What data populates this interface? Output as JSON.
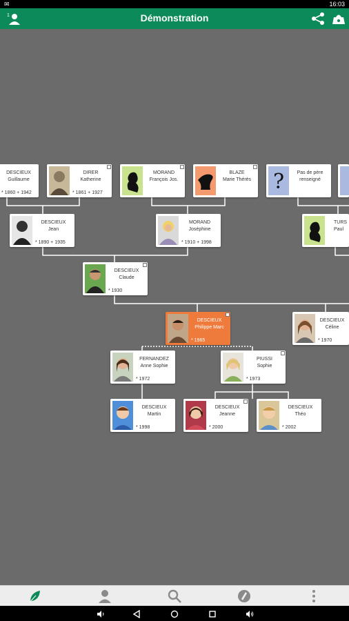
{
  "status_bar": {
    "left_text": "✉",
    "time": "16:03"
  },
  "app_bar": {
    "title": "Démonstration",
    "profile_badge": "1"
  },
  "colors": {
    "accent": "#0d8a5a",
    "selected": "#ee7b3b",
    "canvas": "#6b6b6b"
  },
  "people": [
    {
      "id": "guillaume",
      "line1": "DESCIEUX",
      "line2": "Guillaume",
      "dates": "* 1860 + 1942",
      "photo": "man-icon"
    },
    {
      "id": "katherine",
      "line1": "DIRER",
      "line2": "Katherine",
      "dates": "* 1861 + 1927",
      "photo": "woman-old-icon"
    },
    {
      "id": "francois",
      "line1": "MORAND",
      "line2": "François Jos.",
      "dates": "",
      "photo": "silhouette-man-icon"
    },
    {
      "id": "marie",
      "line1": "BLAZE",
      "line2": "Marie Thérès",
      "dates": "",
      "photo": "silhouette-woman-icon"
    },
    {
      "id": "unknown-father",
      "line1": "Pas de père",
      "line2": "renseigné",
      "dates": "",
      "photo": "question-mark-icon"
    },
    {
      "id": "jean",
      "line1": "DESCIEUX",
      "line2": "Jean",
      "dates": "* 1890 + 1935",
      "photo": "man-old-icon"
    },
    {
      "id": "josephine",
      "line1": "MORAND",
      "line2": "Joséphine",
      "dates": "* 1910 + 1998",
      "photo": "woman-old-icon"
    },
    {
      "id": "paul",
      "line1": "TURS",
      "line2": "Paul",
      "dates": "",
      "photo": "silhouette-man-icon"
    },
    {
      "id": "claude",
      "line1": "DESCIEUX",
      "line2": "Claude",
      "dates": "* 1930",
      "photo": "man-icon"
    },
    {
      "id": "philippe",
      "line1": "DESCIEUX",
      "line2": "Philippe Marc",
      "dates": "* 1965",
      "photo": "man-icon"
    },
    {
      "id": "celine",
      "line1": "DESCIEUX",
      "line2": "Céline",
      "dates": "* 1970",
      "photo": "woman-icon"
    },
    {
      "id": "anne",
      "line1": "FERNANDEZ",
      "line2": "Anne Sophie",
      "dates": "* 1972",
      "photo": "woman-icon"
    },
    {
      "id": "sophie",
      "line1": "PIUSSI",
      "line2": "Sophie",
      "dates": "* 1973",
      "photo": "woman-icon"
    },
    {
      "id": "martin",
      "line1": "DESCIEUX",
      "line2": "Martin",
      "dates": "* 1998",
      "photo": "child-icon"
    },
    {
      "id": "jeanne",
      "line1": "DESCIEUX",
      "line2": "Jeanne",
      "dates": "* 2000",
      "photo": "child-icon"
    },
    {
      "id": "theo",
      "line1": "DESCIEUX",
      "line2": "Théo",
      "dates": "* 2002",
      "photo": "child-icon"
    }
  ],
  "bottom_nav": [
    {
      "icon": "leaf-icon",
      "active": true
    },
    {
      "icon": "person-icon",
      "active": false
    },
    {
      "icon": "search-icon",
      "active": false
    },
    {
      "icon": "compass-icon",
      "active": false
    },
    {
      "icon": "more-vertical-icon",
      "active": false
    }
  ],
  "system_nav": [
    "volume-down-icon",
    "back-icon",
    "home-icon",
    "recents-icon",
    "volume-up-icon"
  ]
}
